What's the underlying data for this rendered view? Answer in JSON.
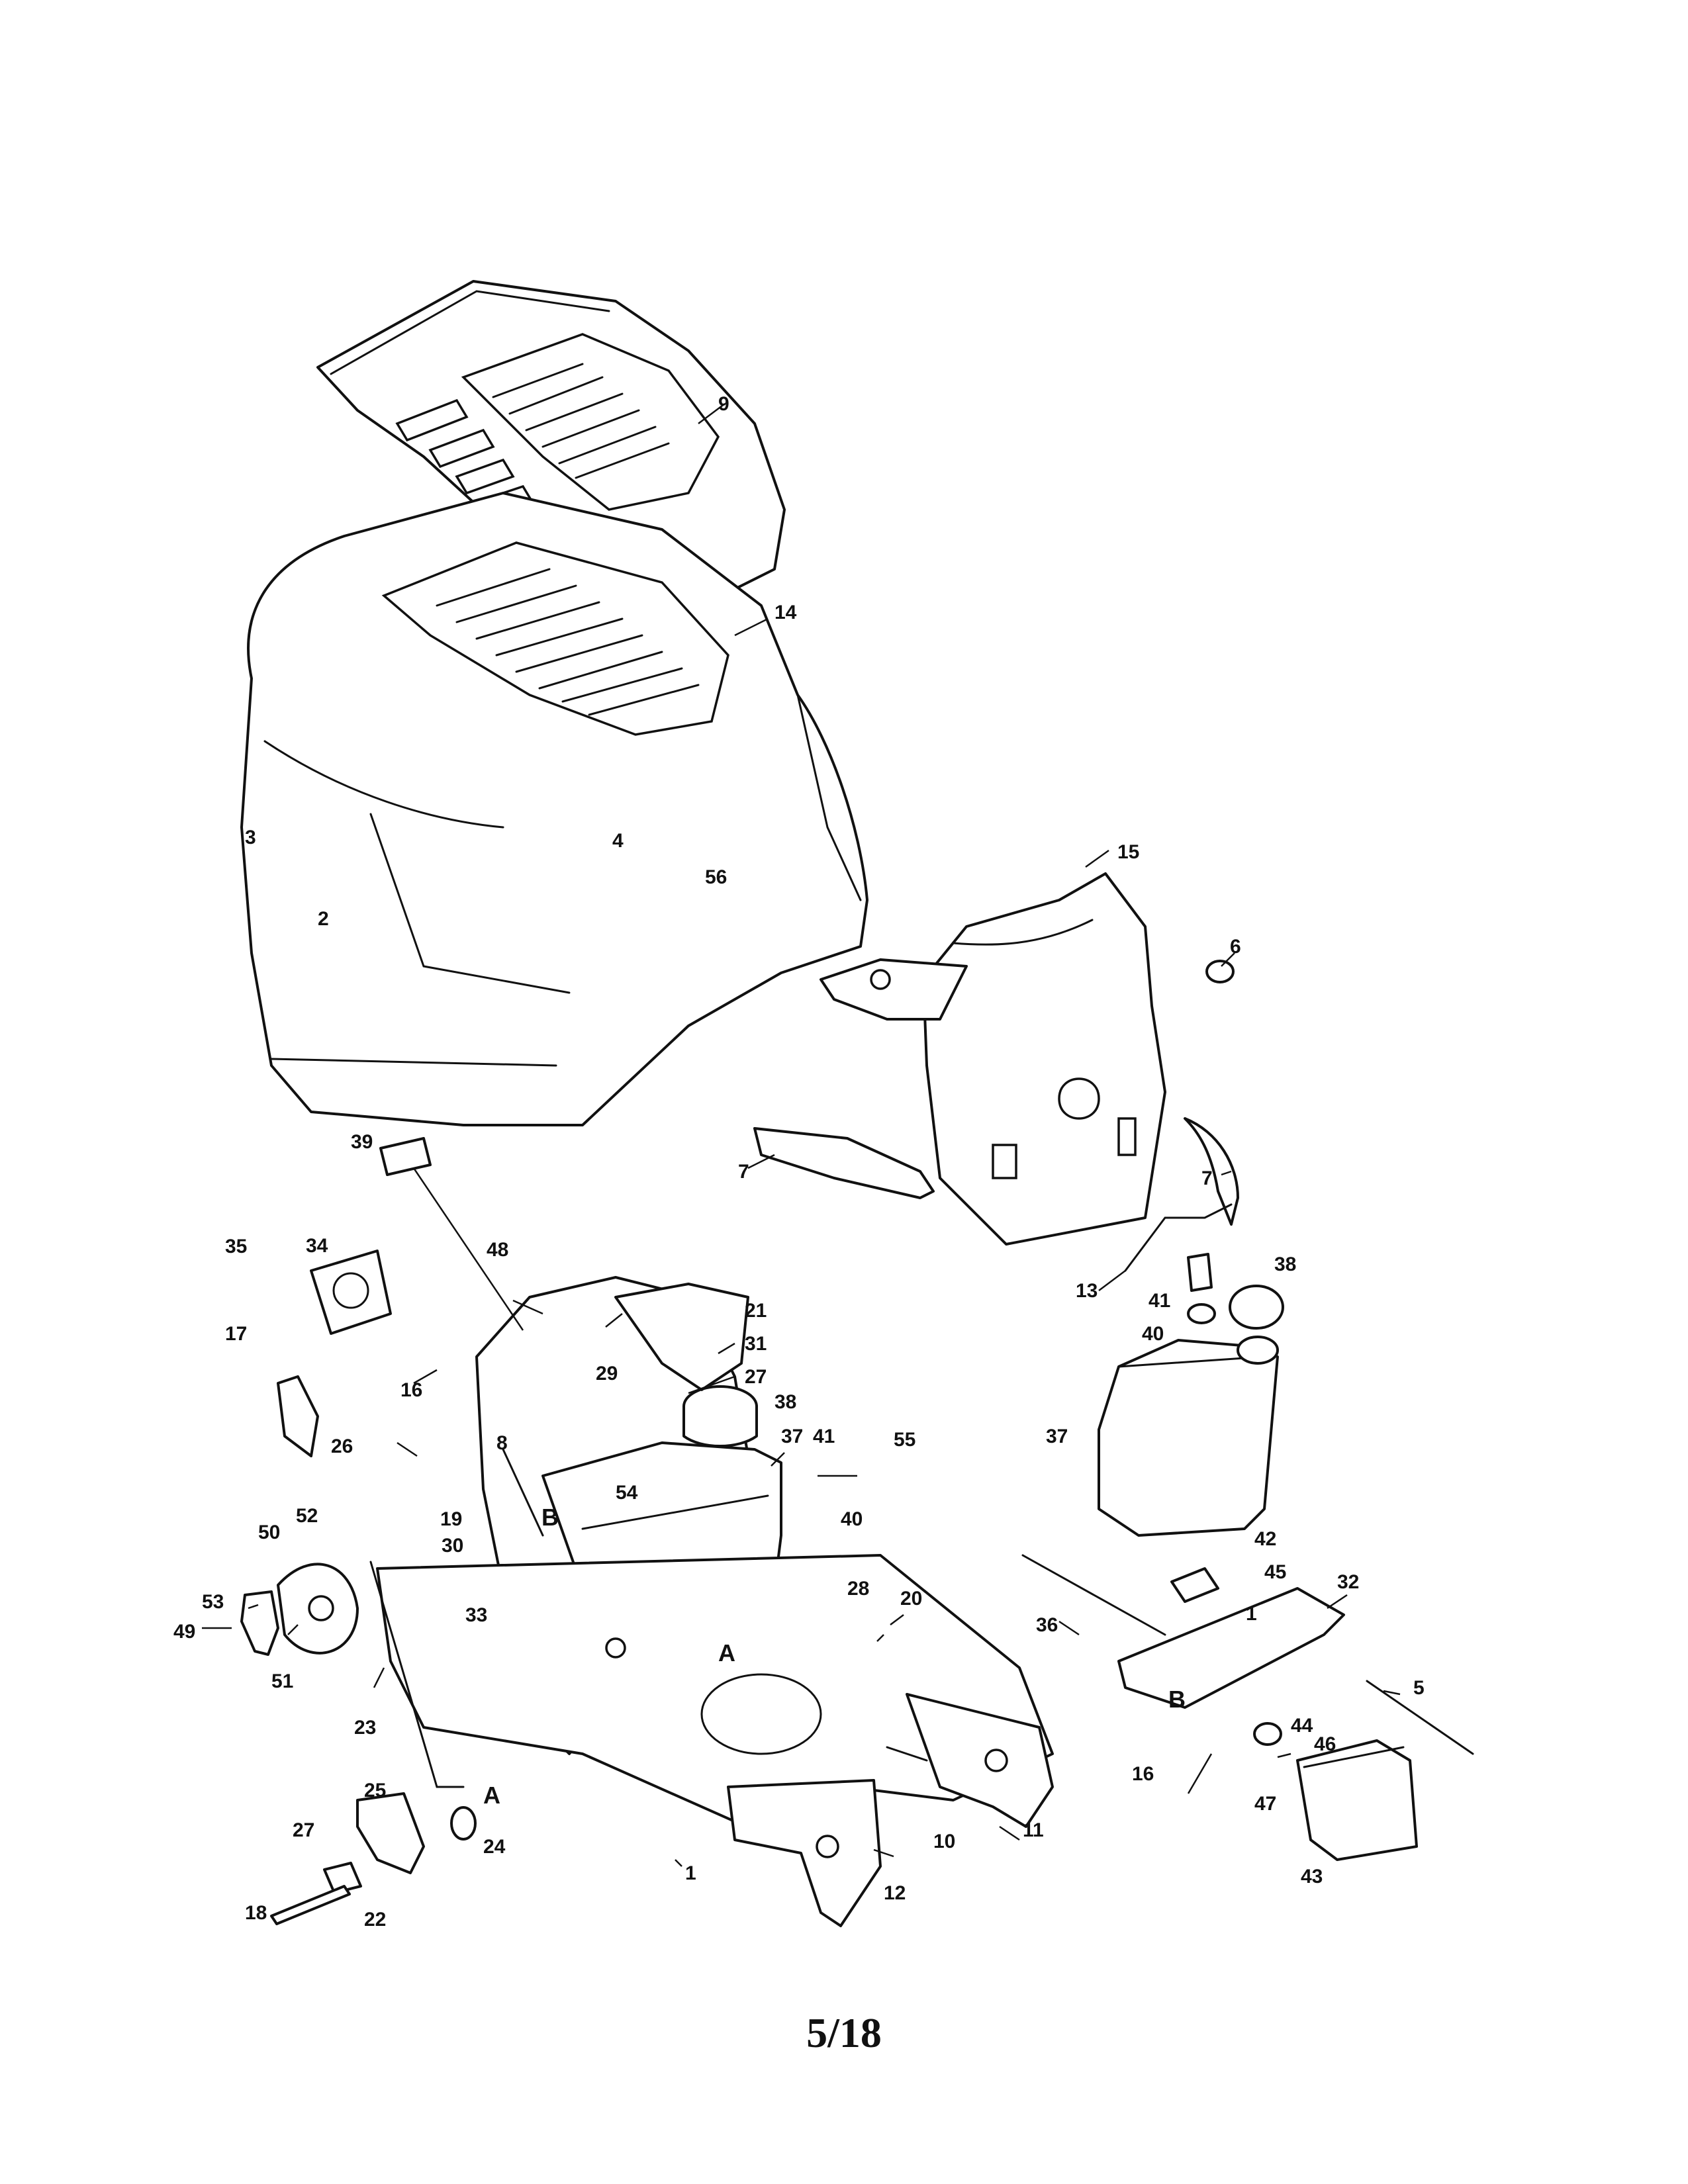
{
  "page_number": "5/18",
  "callouts": [
    "1",
    "2",
    "3",
    "4",
    "5",
    "6",
    "7",
    "8",
    "9",
    "10",
    "11",
    "12",
    "13",
    "14",
    "15",
    "16",
    "17",
    "18",
    "19",
    "20",
    "21",
    "22",
    "23",
    "24",
    "25",
    "26",
    "27",
    "28",
    "29",
    "30",
    "31",
    "32",
    "33",
    "34",
    "35",
    "36",
    "37",
    "38",
    "39",
    "40",
    "41",
    "42",
    "43",
    "44",
    "45",
    "46",
    "47",
    "48",
    "49",
    "50",
    "51",
    "52",
    "53",
    "54",
    "55",
    "56"
  ],
  "reference_letters": [
    "A",
    "B"
  ]
}
